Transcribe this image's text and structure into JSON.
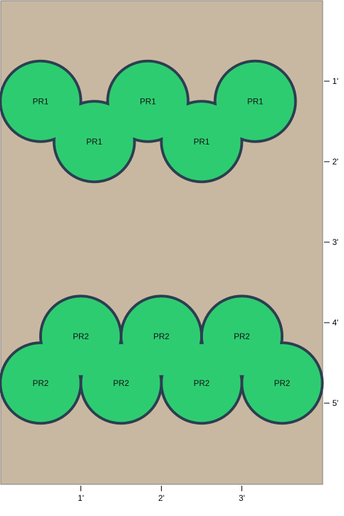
{
  "colors": {
    "bed": "#c9b8a1",
    "plant": "#2ecc71",
    "outline": "#2c3e50",
    "border": "#7f7f7f"
  },
  "units": "ft",
  "bed": {
    "width": 4,
    "height": 6
  },
  "axes": {
    "x_ticks": [
      {
        "value": 1,
        "label": "1'"
      },
      {
        "value": 2,
        "label": "2'"
      },
      {
        "value": 3,
        "label": "3'"
      }
    ],
    "y_ticks": [
      {
        "value": 1,
        "label": "1'"
      },
      {
        "value": 2,
        "label": "2'"
      },
      {
        "value": 3,
        "label": "3'"
      },
      {
        "value": 4,
        "label": "4'"
      },
      {
        "value": 5,
        "label": "5'"
      }
    ]
  },
  "plant_groups": [
    {
      "label": "PR1",
      "radius": 0.5,
      "plants": [
        {
          "x": 0.5,
          "y": 1.25
        },
        {
          "x": 1.833,
          "y": 1.25
        },
        {
          "x": 3.167,
          "y": 1.25
        },
        {
          "x": 1.167,
          "y": 1.75
        },
        {
          "x": 2.5,
          "y": 1.75
        }
      ]
    },
    {
      "label": "PR2",
      "radius": 0.5,
      "plants": [
        {
          "x": 1.0,
          "y": 4.17
        },
        {
          "x": 2.0,
          "y": 4.17
        },
        {
          "x": 3.0,
          "y": 4.17
        },
        {
          "x": 0.5,
          "y": 4.75
        },
        {
          "x": 1.5,
          "y": 4.75
        },
        {
          "x": 2.5,
          "y": 4.75
        },
        {
          "x": 3.5,
          "y": 4.75
        }
      ]
    }
  ]
}
